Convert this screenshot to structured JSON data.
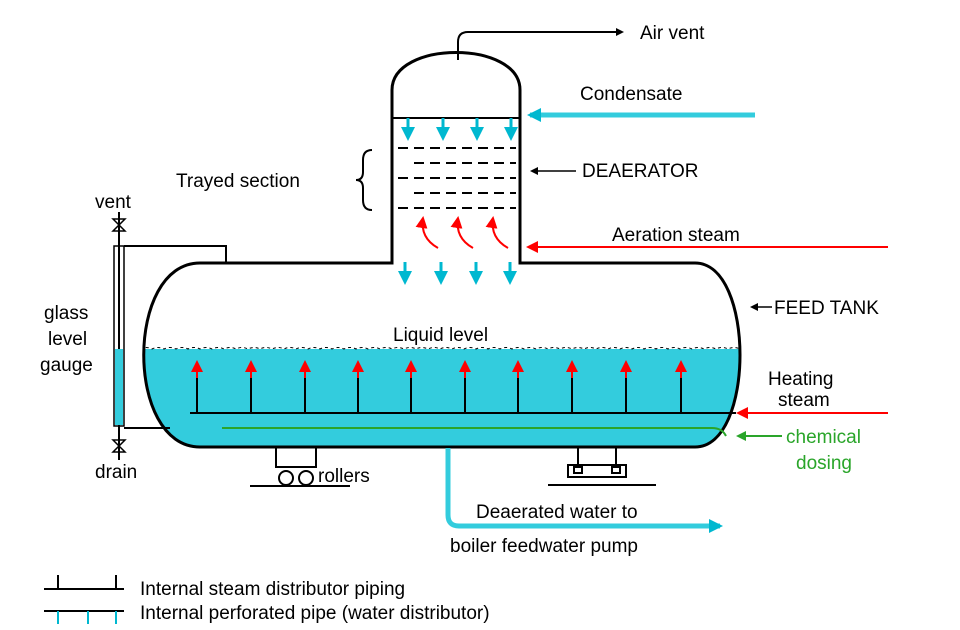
{
  "colors": {
    "water": "#33ccdd",
    "water_dark": "#00b8d0",
    "steam": "#ff0000",
    "chemical": "#2aa52a",
    "outline": "#000000"
  },
  "labels": {
    "air_vent": "Air vent",
    "condensate": "Condensate",
    "trayed_section": "Trayed section",
    "deaerator": "DEAERATOR",
    "aeration_steam": "Aeration steam",
    "vent": "vent",
    "glass_line1": "glass",
    "glass_line2": "level",
    "glass_line3": "gauge",
    "feed_tank": "FEED TANK",
    "liquid_level": "Liquid level",
    "heating_line1": "Heating",
    "heating_line2": "steam",
    "chemical_line1": "chemical",
    "chemical_line2": "dosing",
    "drain": "drain",
    "rollers": "rollers",
    "outlet_line1": "Deaerated water to",
    "outlet_line2": "boiler feedwater pump"
  },
  "legend": [
    {
      "symbol": "steam-distributor",
      "label": "Internal steam distributor piping"
    },
    {
      "symbol": "water-distributor",
      "label": "Internal perforated pipe (water distributor)"
    }
  ]
}
